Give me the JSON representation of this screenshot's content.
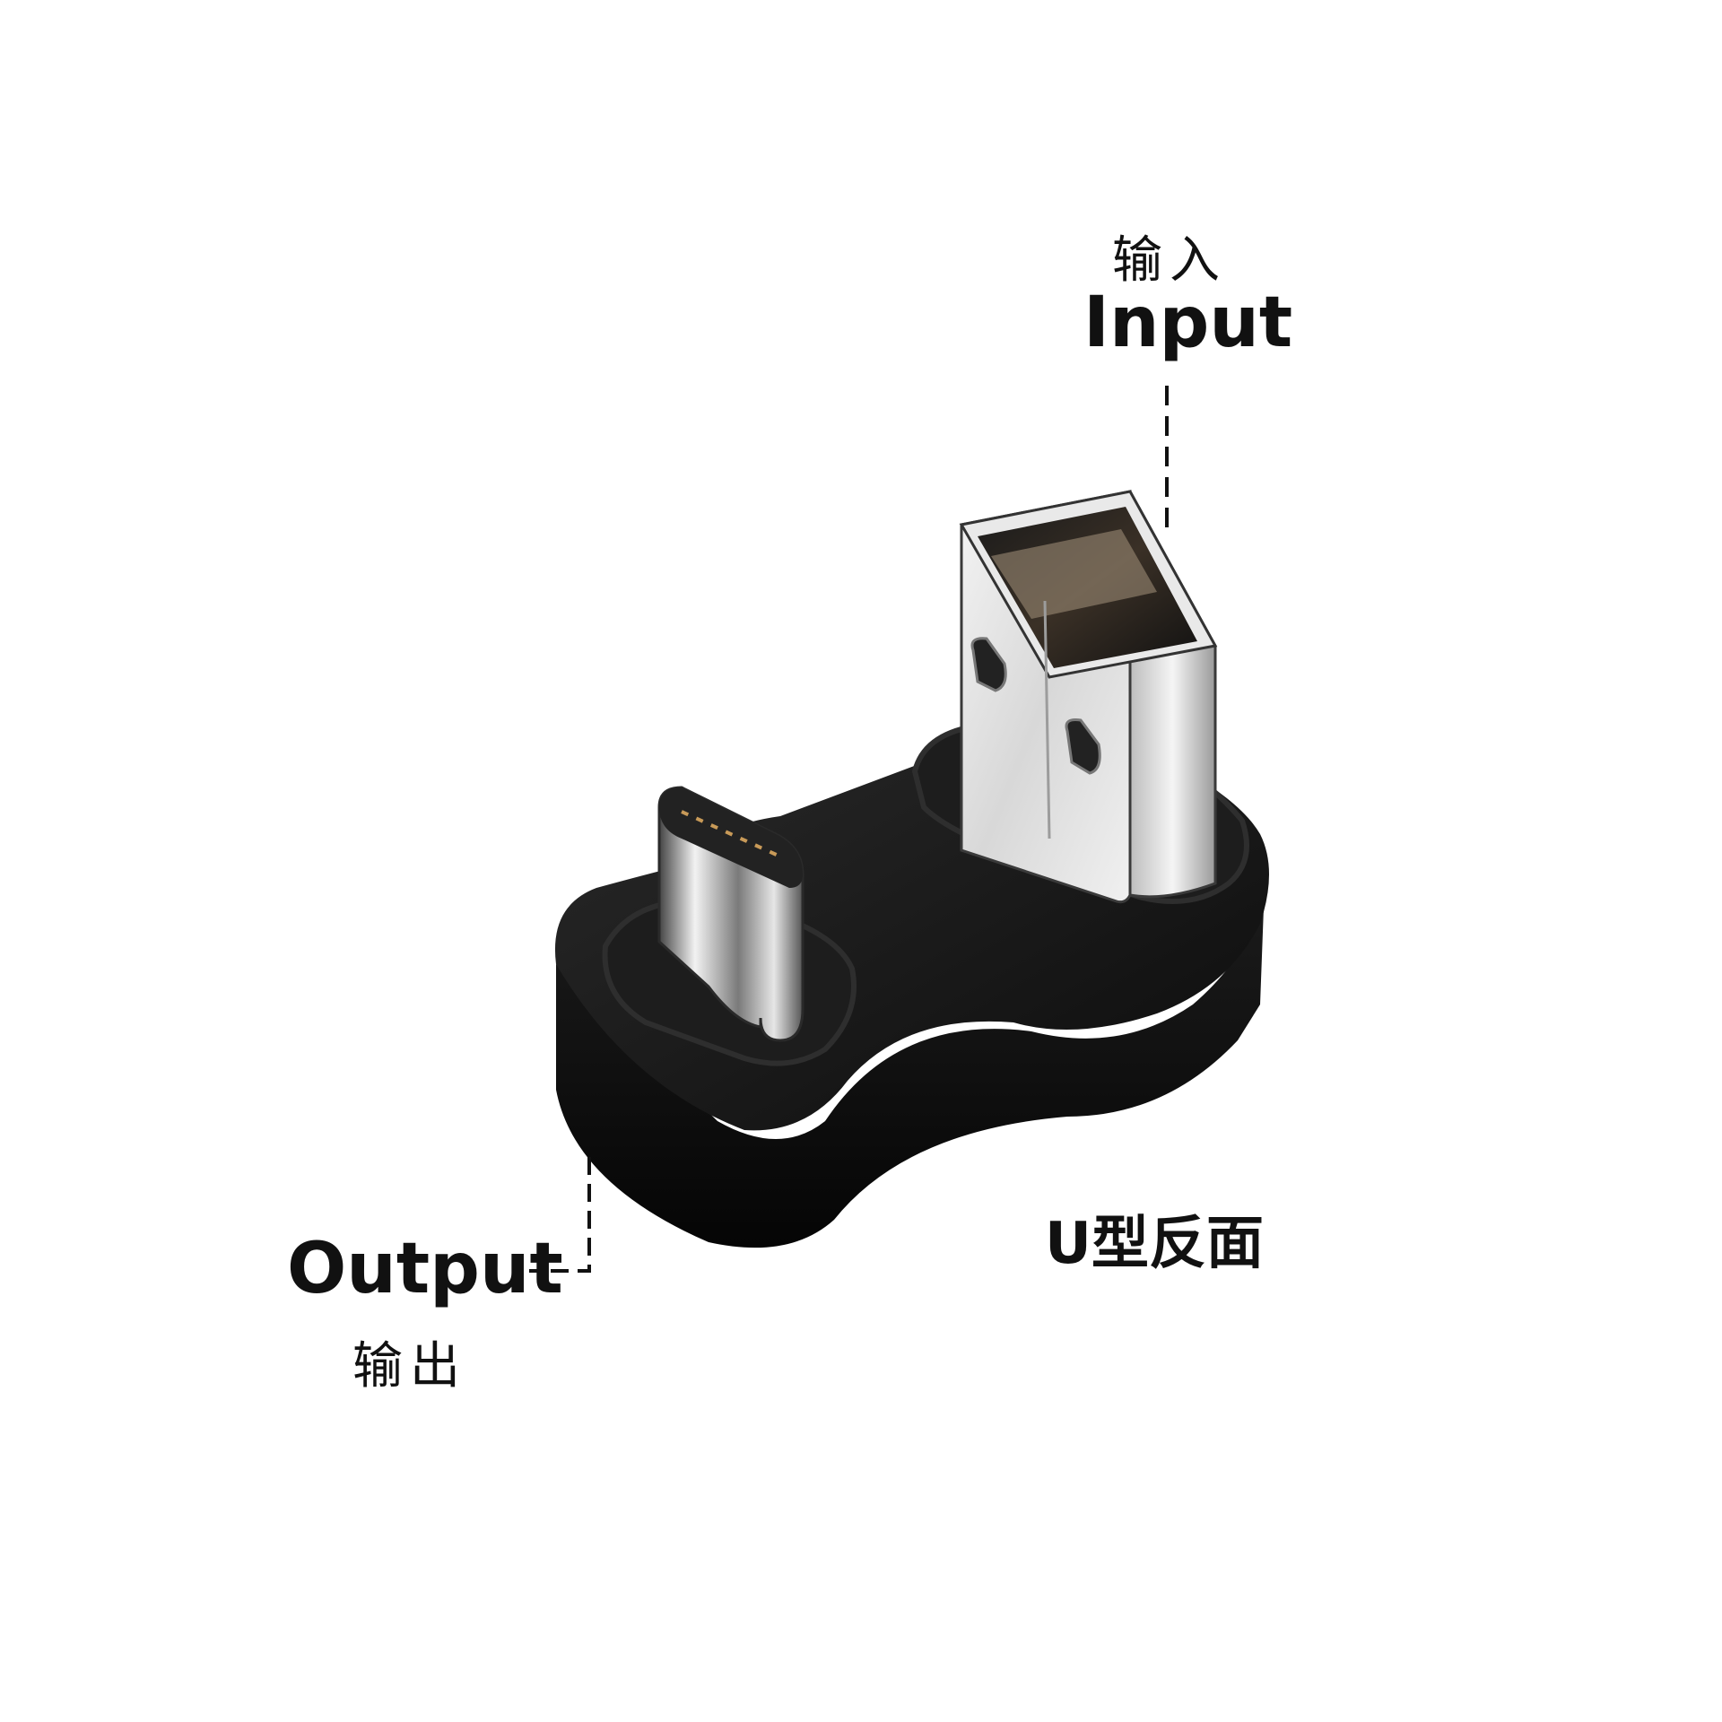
{
  "input": {
    "cn": "输入",
    "en": "Input"
  },
  "output": {
    "en": "Output",
    "cn": "输出"
  },
  "caption": "U型反面",
  "colors": {
    "background": "#ffffff",
    "text": "#111111",
    "body": "#141414",
    "metal": "#e8e8e8"
  }
}
